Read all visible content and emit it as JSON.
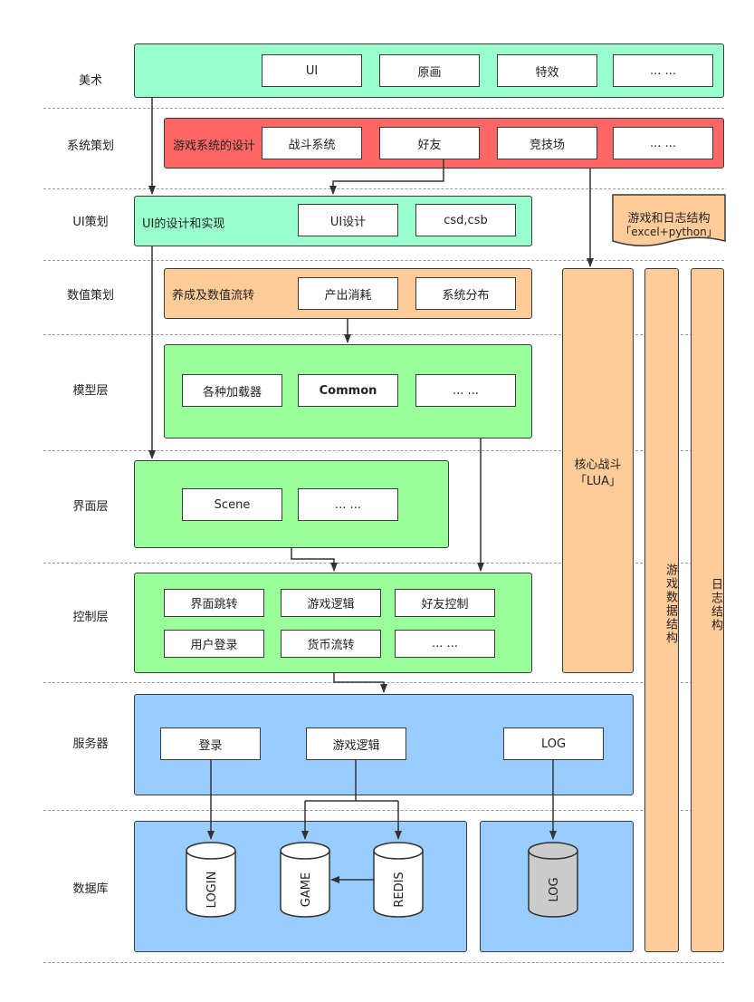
{
  "rows": {
    "art": "美术",
    "system_plan": "系统策划",
    "ui_plan": "UI策划",
    "value_plan": "数值策划",
    "model_layer": "模型层",
    "view_layer": "界面层",
    "control_layer": "控制层",
    "server": "服务器",
    "database": "数据库"
  },
  "art": {
    "items": [
      "UI",
      "原画",
      "特效",
      "... ..."
    ]
  },
  "system_plan": {
    "title": "游戏系统的设计",
    "items": [
      "战斗系统",
      "好友",
      "竞技场",
      "... ..."
    ]
  },
  "ui_plan": {
    "title": "UI的设计和实现",
    "items": [
      "UI设计",
      "csd,csb"
    ]
  },
  "value_plan": {
    "title": "养成及数值流转",
    "items": [
      "产出消耗",
      "系统分布"
    ]
  },
  "model_layer": {
    "items": [
      "各种加载器",
      "Common",
      "... ..."
    ]
  },
  "view_layer": {
    "items": [
      "Scene",
      "... ..."
    ]
  },
  "control_layer": {
    "items": [
      "界面跳转",
      "游戏逻辑",
      "好友控制",
      "用户登录",
      "货币流转",
      "... ..."
    ]
  },
  "server": {
    "items": [
      "登录",
      "游戏逻辑",
      "LOG"
    ]
  },
  "database": {
    "items": [
      "LOGIN",
      "GAME",
      "REDIS",
      "LOG"
    ]
  },
  "side": {
    "note_line1": "游戏和日志结构",
    "note_line2": "「excel+python」",
    "core_line1": "核心战斗",
    "core_line2": "「LUA」",
    "game_data": "游戏数据结构",
    "log_struct": "日志结构"
  },
  "colors": {
    "art": "#99ffcc",
    "system": "#ff6666",
    "ui": "#99ffcc",
    "value": "#ffcc99",
    "model": "#99ff99",
    "server": "#99ccff",
    "side": "#ffcc99",
    "log_cyl": "#cccccc"
  }
}
